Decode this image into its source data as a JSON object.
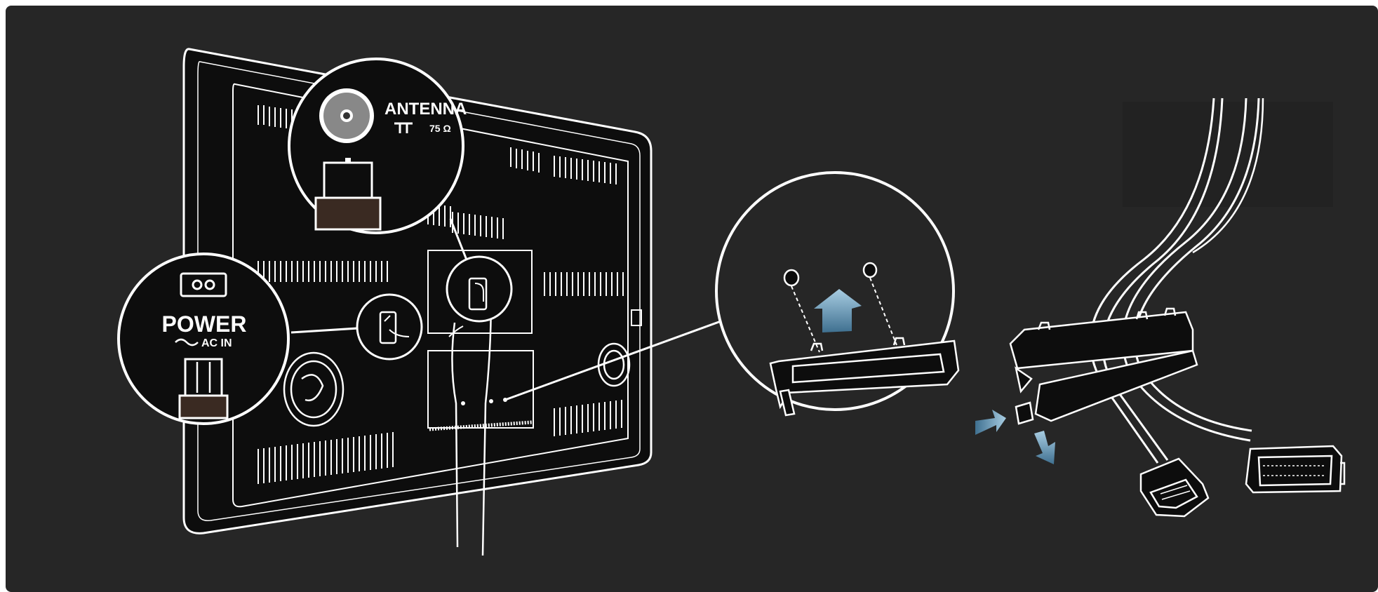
{
  "colors": {
    "background": "#262626",
    "panel_black": "#0d0d0d",
    "line_white": "#ffffff",
    "arrow_blue": "#5b8fb0",
    "arrow_blue_light": "#9cc3da"
  },
  "callouts": {
    "antenna": {
      "label": "ANTENNA",
      "impedance": "75 Ω",
      "icon": "coax-socket-icon"
    },
    "power": {
      "label": "POWER",
      "sub_label": "AC IN",
      "icon": "power-socket-icon"
    },
    "clip": {
      "icon": "cable-clip-icon",
      "arrow_icon": "insert-arrow-icon"
    }
  },
  "cables": {
    "hdmi_icon": "hdmi-plug-icon",
    "scart_icon": "scart-plug-icon"
  }
}
